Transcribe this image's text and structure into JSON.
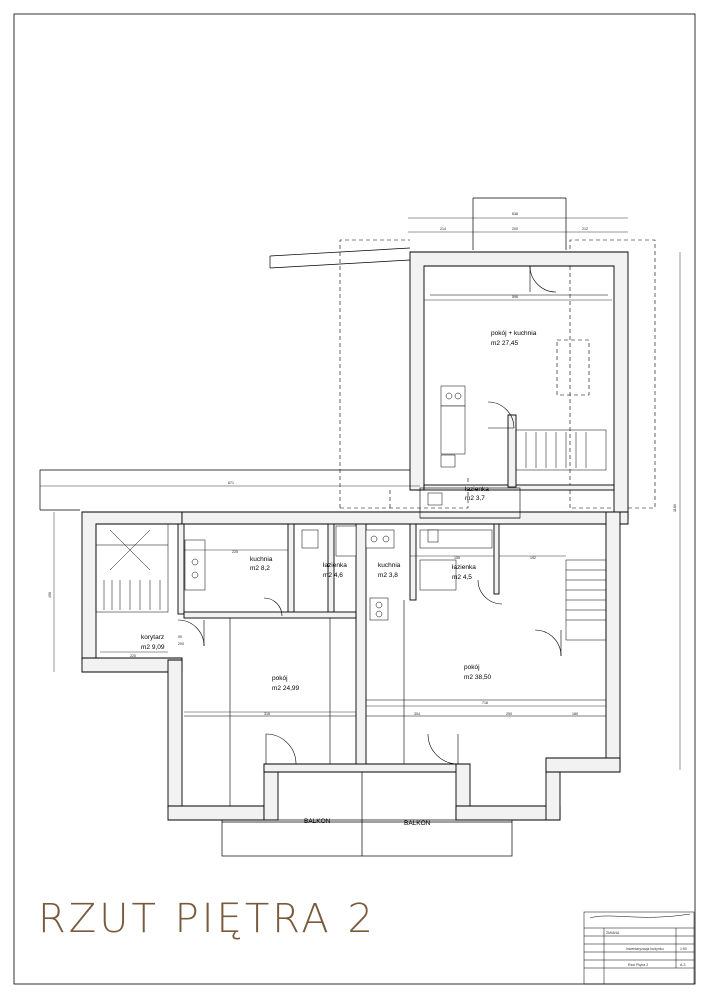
{
  "drawing_title": "RZUT PIĘTRA 2",
  "rooms": [
    {
      "id": "pokoj-kuchnia",
      "name": "pokój + kuchnia",
      "area": "m2  27,45"
    },
    {
      "id": "lazienka-top",
      "name": "łazienka",
      "area": "m2  3,7"
    },
    {
      "id": "kuchnia-left",
      "name": "kuchnia",
      "area": "m2  8,2"
    },
    {
      "id": "lazienka-left",
      "name": "łazienka",
      "area": "m2  4,6"
    },
    {
      "id": "kuchnia-mid",
      "name": "kuchnia",
      "area": "m2  3,8"
    },
    {
      "id": "lazienka-right",
      "name": "łazienka",
      "area": "m2  4,5"
    },
    {
      "id": "korytarz",
      "name": "korytarz",
      "area": "m2  9,09"
    },
    {
      "id": "pokoj-left",
      "name": "pokój",
      "area": "m2  24,99"
    },
    {
      "id": "pokoj-right",
      "name": "pokój",
      "area": "m2  38,50"
    }
  ],
  "balconies": [
    "BALKON",
    "BALKON"
  ],
  "dimensions": {
    "top_total": "638",
    "top_left": "214",
    "top_mid": "200",
    "top_right": "212",
    "upper_room_width": "596",
    "left_block": "671",
    "right_total": "1180",
    "left_height": "490",
    "corridor": "220",
    "room_left_width": "316",
    "bottom_total": "716",
    "bottom_a": "304",
    "bottom_b": "250",
    "bottom_c": "180",
    "kitchen_w": "225",
    "mid_w": "192",
    "bath_w": "155",
    "door_a": "90",
    "door_b": "200"
  },
  "title_block": {
    "row1": "ZMIANA",
    "project": "Inwentaryzacja budynku",
    "sheet": "Rzut Piętra 2",
    "scale": "1:50",
    "number": "A-3"
  }
}
